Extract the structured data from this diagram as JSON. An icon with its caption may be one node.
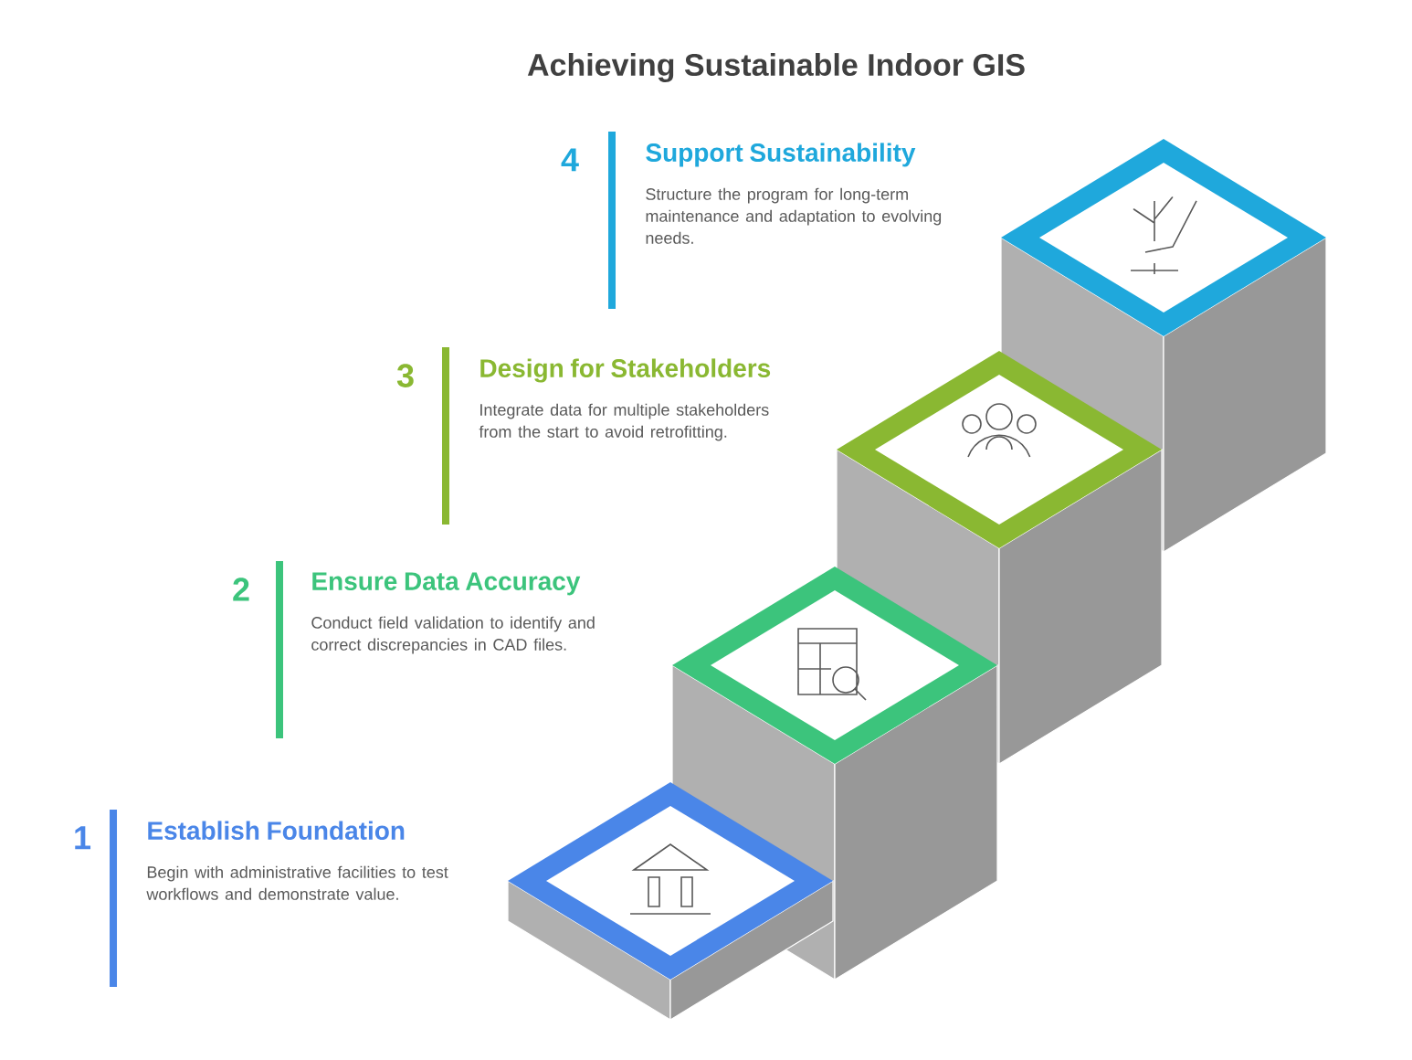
{
  "diagram": {
    "title": "Achieving Sustainable Indoor GIS",
    "nodes": [
      {
        "text": [
          "4",
          "Support Sustainability",
          "Structure the program for long-term maintenance and adaptation to evolving needs."
        ]
      },
      {
        "text": [
          "3",
          "Design for Stakeholders",
          "Integrate data for multiple stakeholders from the start to avoid retrofitting."
        ]
      },
      {
        "text": [
          "2",
          "Ensure Data Accuracy",
          "Conduct field validation to identify and correct discrepancies in CAD files."
        ]
      },
      {
        "text": [
          "1",
          "Establish Foundation",
          "Begin with administrative facilities to test workflows and demonstrate value."
        ]
      }
    ]
  }
}
